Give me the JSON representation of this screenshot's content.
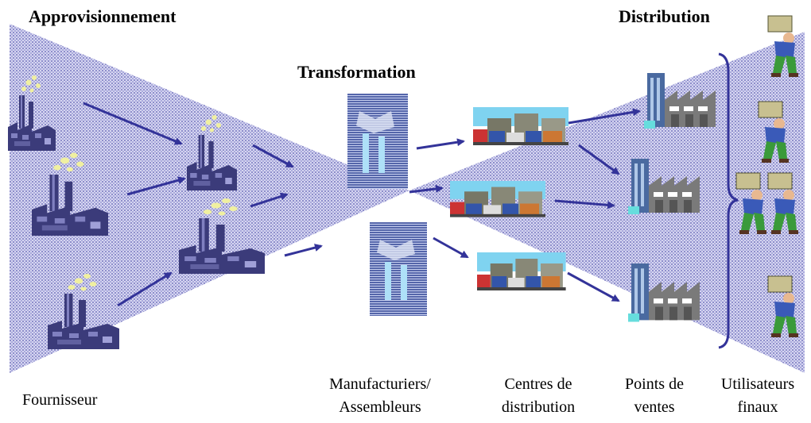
{
  "headings": {
    "approvisionnement": "Approvisionnement",
    "transformation": "Transformation",
    "distribution": "Distribution"
  },
  "stages": [
    {
      "id": "fournisseur",
      "lines": [
        "Fournisseur"
      ]
    },
    {
      "id": "manufacturiers",
      "lines": [
        "Manufacturiers/",
        "Assembleurs"
      ]
    },
    {
      "id": "centres",
      "lines": [
        "Centres de",
        "distribution"
      ]
    },
    {
      "id": "points",
      "lines": [
        "Points de",
        "ventes"
      ]
    },
    {
      "id": "utilisateurs",
      "lines": [
        "Utilisateurs",
        "finaux"
      ]
    }
  ],
  "palette": {
    "arrow": "#333399",
    "factory_body": "#3b3b7a",
    "factory_light": "#8080c0",
    "smoke": "#f0f0a0",
    "funnel_fill": "#c8c8ec",
    "funnel_dots": "#5a5ab0",
    "store_gray": "#7a7a7a",
    "store_blue": "#4a6aa0",
    "sky": "#7fd3f0",
    "person_green": "#3a9a3a",
    "person_blue": "#3a5ab8",
    "box_tan": "#c8c090"
  }
}
